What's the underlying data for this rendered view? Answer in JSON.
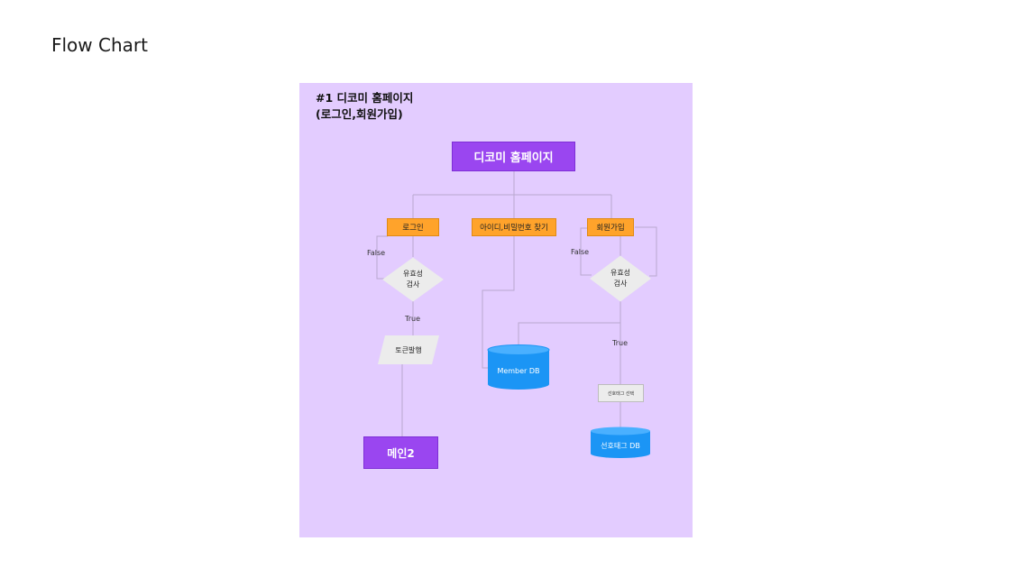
{
  "page": {
    "title": "Flow Chart"
  },
  "board": {
    "title_line1": "#1 디코미 홈페이지",
    "title_line2": "(로그인,회원가입)",
    "background": "#e3ccff"
  },
  "nodes": {
    "home": "디코미 홈페이지",
    "login": "로그인",
    "find_account": "아이디,비밀번호 찾기",
    "signup": "회원가입",
    "validate_login_l1": "유효성",
    "validate_login_l2": "검사",
    "validate_signup_l1": "유효성",
    "validate_signup_l2": "검사",
    "token_issue": "토큰발행",
    "member_db": "Member DB",
    "tag_select": "선호태그 선택",
    "tag_db": "선호태그 DB",
    "main2": "메인2"
  },
  "edge_labels": {
    "login_false": "False",
    "login_true": "True",
    "signup_false": "False",
    "signup_true": "True"
  },
  "colors": {
    "primary_purple": "#9a46f0",
    "process_orange": "#ffa32b",
    "database_blue": "#1b95f5",
    "decision_gray": "#ececec",
    "connector": "#b9a8cf"
  }
}
